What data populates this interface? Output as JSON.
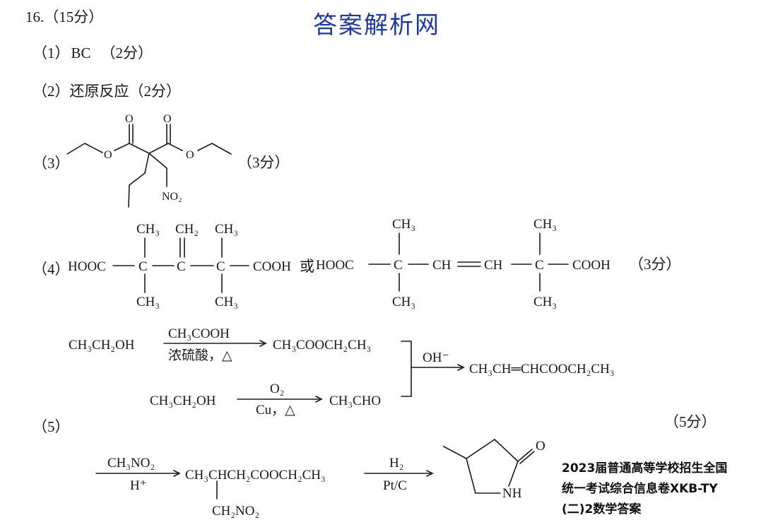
{
  "header": {
    "question_number": "16.（15分）",
    "watermark": "答案解析网"
  },
  "parts": {
    "p1": {
      "label": "（1）",
      "answer": "BC",
      "score": "（2分）"
    },
    "p2": {
      "label": "（2）",
      "answer": "还原反应",
      "score": "（2分）"
    },
    "p3": {
      "label": "（3）",
      "score": "（3分）",
      "atoms": {
        "o_top_left": "O",
        "o_top_right": "O",
        "o_ester_left": "O",
        "o_ester_right": "O",
        "nitro": "NO₂"
      }
    },
    "p4": {
      "label": "（4）",
      "or_word": "或",
      "score": "（3分）",
      "struct_a": {
        "left": "HOOC",
        "c1": "C",
        "c2": "C",
        "c3": "C",
        "right": "COOH",
        "top1": "CH₃",
        "top2": "CH₂",
        "top3": "CH₃",
        "bot1": "CH₃",
        "bot3": "CH₃"
      },
      "struct_b": {
        "left": "HOOC",
        "c1": "C",
        "mid_left": "CH",
        "mid_right": "CH",
        "c2": "C",
        "right": "COOH",
        "top1": "CH₃",
        "top2": "CH₃",
        "bot1": "CH₃",
        "bot2": "CH₃"
      }
    },
    "p5": {
      "label": "（5）",
      "score": "（5分）",
      "row1": {
        "reactant": "CH₃CH₂OH",
        "reagent_top": "CH₃COOH",
        "reagent_bottom": "浓硫酸，△",
        "product": "CH₃COOCH₂CH₃"
      },
      "row2": {
        "reactant": "CH₃CH₂OH",
        "reagent_top": "O₂",
        "reagent_bottom": "Cu，△",
        "product": "CH₃CHO"
      },
      "merge": {
        "reagent": "OH⁻",
        "product": "CH₃CH═CHCOOCH₂CH₃"
      },
      "row3": {
        "reagent1_top": "CH₃NO₂",
        "reagent1_bottom": "H⁺",
        "product": "CH₃CHCH₂COOCH₂CH₃",
        "substituent": "CH₂NO₂",
        "reagent2_top": "H₂",
        "reagent2_bottom": "Pt/C",
        "ring_o": "O",
        "ring_nh": "NH"
      }
    }
  },
  "stamp": {
    "line1": "2023届普通高等学校招生全国",
    "line2": "统一考试综合信息卷XKB-TY",
    "line3": "(二)2数学答案"
  }
}
